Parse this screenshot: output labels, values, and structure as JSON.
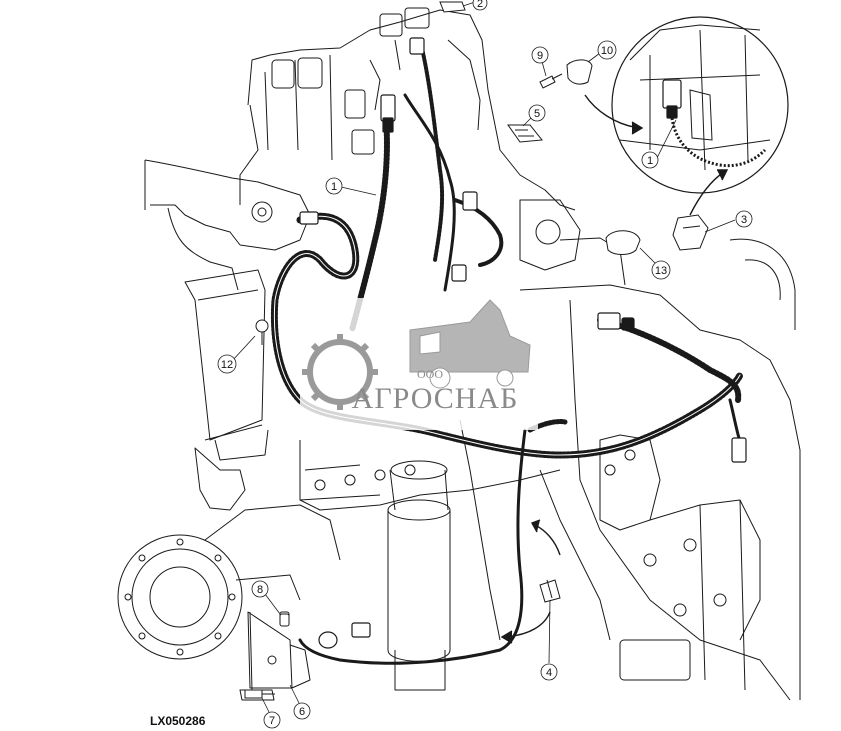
{
  "figure_code": "LX050286",
  "watermark": {
    "company_prefix": "ООО",
    "company_name": "АГРОСНАБ"
  },
  "callouts": [
    {
      "id": "c1a",
      "label": "1"
    },
    {
      "id": "c1b",
      "label": "1"
    },
    {
      "id": "c2",
      "label": "2"
    },
    {
      "id": "c3",
      "label": "3"
    },
    {
      "id": "c4",
      "label": "4"
    },
    {
      "id": "c5",
      "label": "5"
    },
    {
      "id": "c6",
      "label": "6"
    },
    {
      "id": "c7",
      "label": "7"
    },
    {
      "id": "c8",
      "label": "8"
    },
    {
      "id": "c9",
      "label": "9"
    },
    {
      "id": "c10",
      "label": "10"
    },
    {
      "id": "c12",
      "label": "12"
    },
    {
      "id": "c13",
      "label": "13"
    }
  ],
  "colors": {
    "line": "#1a1a1a",
    "background": "#ffffff",
    "watermark": "#9a9a9a"
  }
}
